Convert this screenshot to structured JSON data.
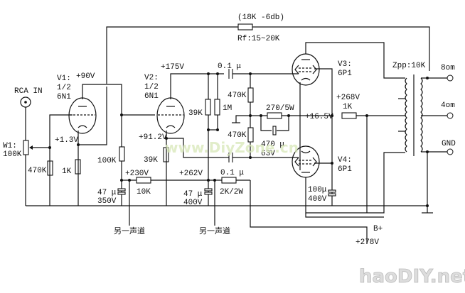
{
  "feedback": {
    "note": "(18K -6db)",
    "resistor": "Rf:15~20K"
  },
  "input": {
    "connector": "RCA IN",
    "pot_name": "W1:",
    "pot_value": "100K",
    "grid_resistor": "470K"
  },
  "v1": {
    "name": "V1:",
    "section": "1/2",
    "type": "6N1",
    "plate_voltage": "+90V",
    "cathode_voltage": "+1.3V",
    "cathode_resistor": "1K",
    "plate_resistor": "100K"
  },
  "v2": {
    "name": "V2:",
    "section": "1/2",
    "type": "6N1",
    "plate_voltage": "+175V",
    "cathode_voltage": "+91.2V",
    "plate_resistor": "39K",
    "cathode_resistor": "39K",
    "shunt_resistor": "1M"
  },
  "coupling": {
    "cap_top": "0.1 μ",
    "cap_bottom": "0.1 μ",
    "grid_r_top": "470K",
    "grid_r_bottom": "470K"
  },
  "bias": {
    "resistor": "270/5W",
    "cap_value": "470 μ",
    "cap_voltage": "63V",
    "voltage": "+16.5V"
  },
  "v3": {
    "name": "V3:",
    "type": "6P1"
  },
  "v4": {
    "name": "V4:",
    "type": "6P1"
  },
  "screen": {
    "voltage": "+268V",
    "resistor": "1K"
  },
  "power": {
    "node1_voltage": "+230V",
    "node1_resistor": "10K",
    "node1_cap": "47 μ",
    "node1_cap_voltage": "350V",
    "node2_voltage": "+262V",
    "node2_resistor": "2K/2W",
    "node2_cap": "47 μ",
    "node2_cap_voltage": "400V",
    "node3_cap": "100μ",
    "node3_cap_voltage": "400V",
    "other_channel_1": "另一声道",
    "other_channel_2": "另一声道",
    "bplus_label": "B+",
    "bplus_voltage": "+278V"
  },
  "transformer": {
    "label": "Zpp:10K",
    "tap_8": "8om",
    "tap_4": "4om",
    "tap_gnd": "GND"
  },
  "watermarks": {
    "center": "www.DiyZone.cn",
    "corner": "haoDIY.net"
  }
}
